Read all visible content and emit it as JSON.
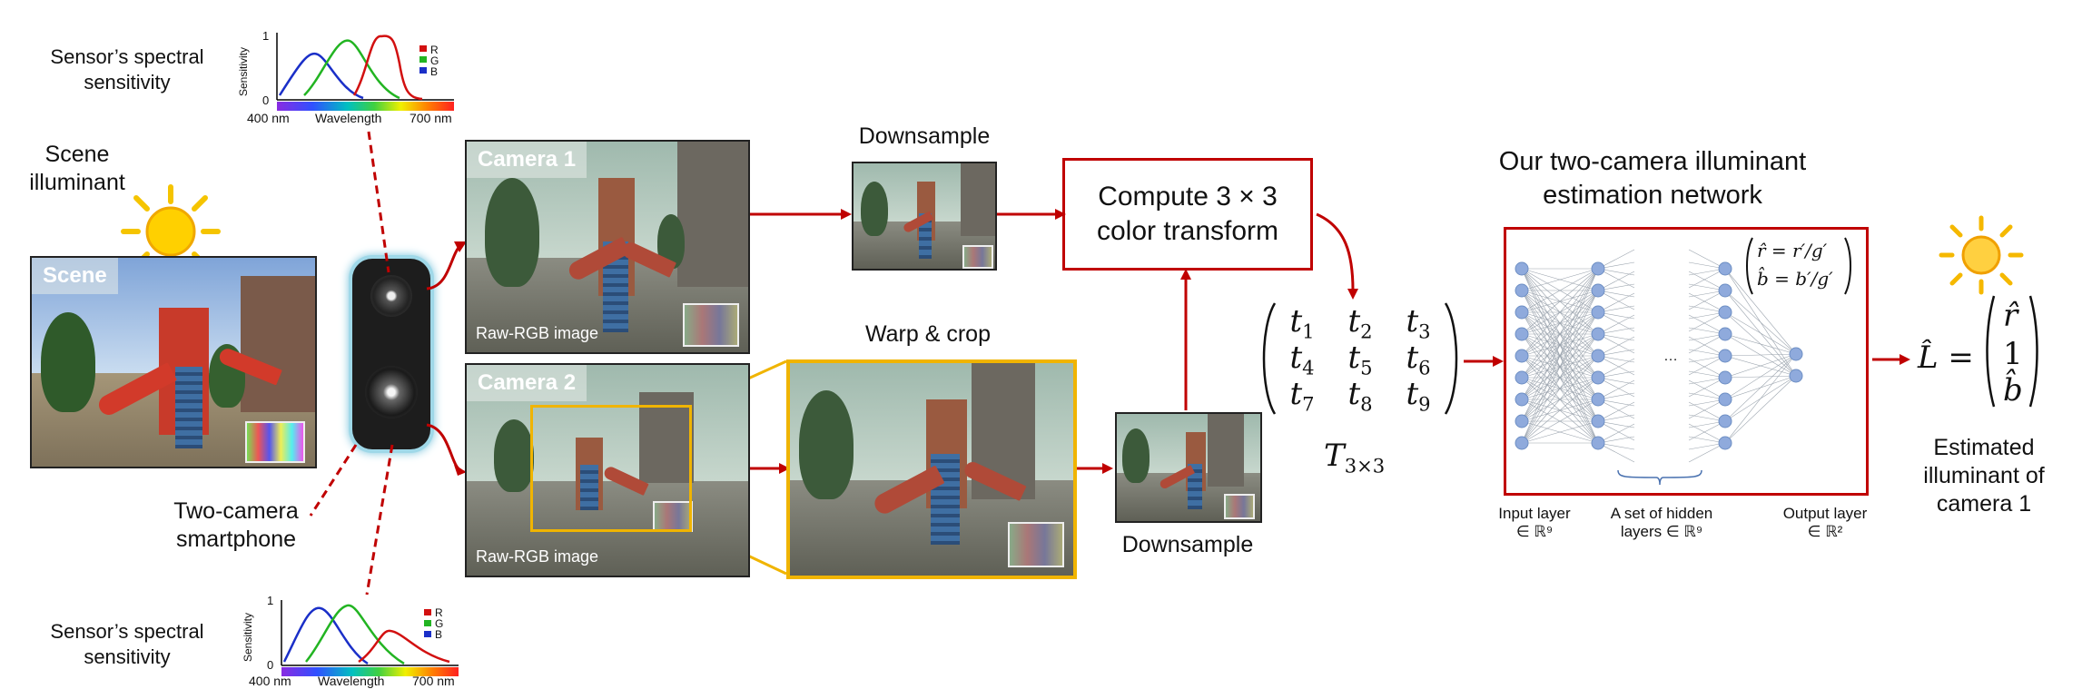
{
  "scene": {
    "illuminant_label": "Scene\nilluminant",
    "photo_label": "Scene"
  },
  "phone": {
    "label": "Two-camera\nsmartphone"
  },
  "sensor_top": {
    "title": "Sensor’s spectral\nsensitivity",
    "y_label": "Sensitivity",
    "y_max": "1",
    "y_min": "0",
    "x_start": "400 nm",
    "x_mid": "Wavelength",
    "x_end": "700 nm",
    "legend": [
      "R",
      "G",
      "B"
    ],
    "colors": {
      "R": "#d21010",
      "G": "#22b422",
      "B": "#1a2fc8"
    }
  },
  "sensor_bottom": {
    "title": "Sensor’s spectral\nsensitivity",
    "y_label": "Sensitivity",
    "y_max": "1",
    "y_min": "0",
    "x_start": "400 nm",
    "x_mid": "Wavelength",
    "x_end": "700 nm",
    "legend": [
      "R",
      "G",
      "B"
    ]
  },
  "camera1": {
    "title": "Camera 1",
    "sub": "Raw-RGB image"
  },
  "camera2": {
    "title": "Camera 2",
    "sub": "Raw-RGB image"
  },
  "downsample_top": "Downsample",
  "downsample_bottom": "Downsample",
  "warp_crop": "Warp & crop",
  "compute_box": "Compute 3 × 3\ncolor transform",
  "matrix": {
    "cells": [
      "t1",
      "t2",
      "t3",
      "t4",
      "t5",
      "t6",
      "t7",
      "t8",
      "t9"
    ],
    "label": "T3×3"
  },
  "network": {
    "title": "Our two-camera illuminant\nestimation network",
    "output_eq_r": "r̂ = r′/g′",
    "output_eq_b": "b̂ = b′/g′",
    "input_label": "Input layer\n∈ ℝ⁹",
    "hidden_label": "A set of hidden\nlayers ∈ ℝ⁹",
    "output_label": "Output layer\n∈ ℝ²",
    "ellipsis": "…"
  },
  "result": {
    "L_hat": "L̂ =",
    "vec": [
      "r̂",
      "1",
      "b̂"
    ],
    "caption": "Estimated\nilluminant of\ncamera 1"
  },
  "colors": {
    "accent_red": "#c00000",
    "frame_gold": "#f0b400",
    "node_blue": "#8faadc"
  }
}
